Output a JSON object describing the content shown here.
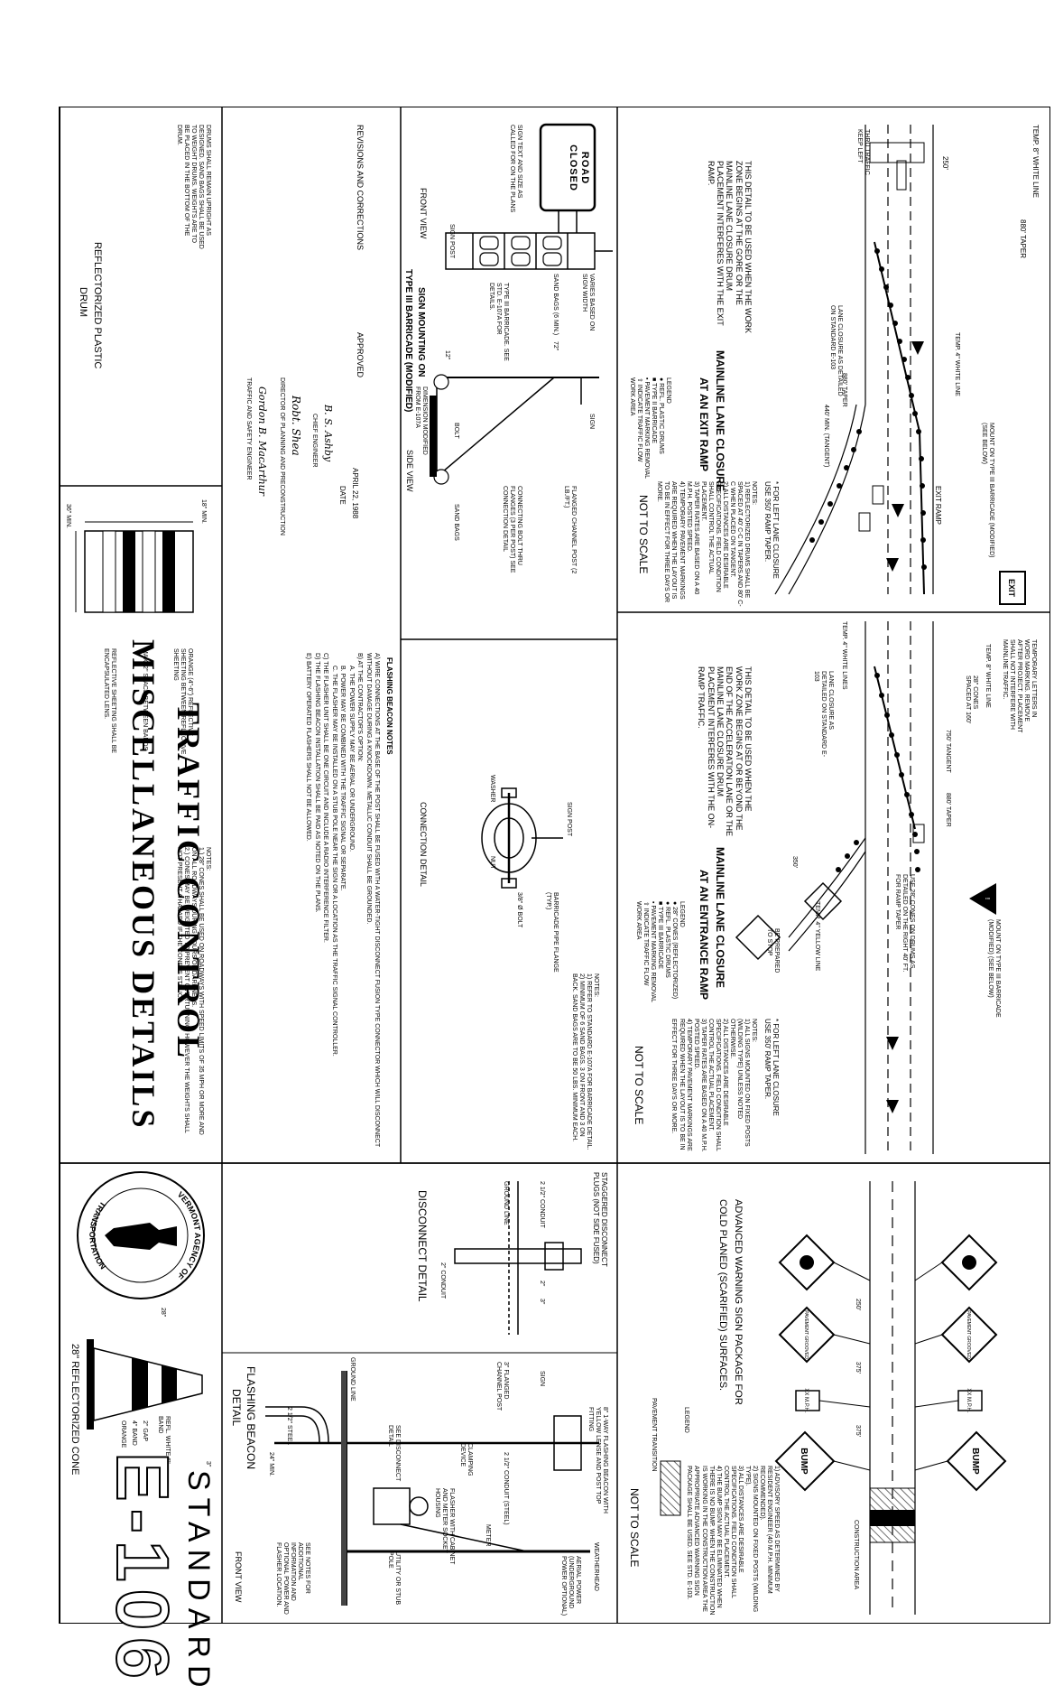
{
  "title_block": {
    "line1": "TRAFFIC CONTROL",
    "line2": "MISCELLANEOUS DETAILS",
    "standard": "STANDARD",
    "number": "E-106",
    "revisions": "REVISIONS AND CORRECTIONS",
    "approved": "APPROVED",
    "date_label": "DATE",
    "date": "APRIL 22, 1988",
    "signer1_title": "CHIEF ENGINEER",
    "signer2_title": "DIRECTOR OF PLANNING AND PRECONSTRUCTION",
    "signer3_title": "TRAFFIC AND SAFETY ENGINEER",
    "seal_top": "VERMONT AGENCY OF",
    "seal_bottom": "TRANSPORTATION"
  },
  "exit_ramp": {
    "title1": "MAINLINE LANE CLOSURE",
    "title2": "AT AN EXIT RAMP",
    "note": "THIS DETAIL TO BE USED WHEN THE WORK ZONE BEGINS AT THE GORE OR THE MAINLINE LANE CLOSURE DRUM PLACEMENT INTERFERES WITH THE EXIT RAMP.",
    "footnote1": "* FOR LEFT LANE CLOSURE",
    "footnote2": "USE 350' RAMP TAPER.",
    "labels": {
      "temp_white": "TEMP. 8\" WHITE LINE",
      "taper_880": "880' TAPER",
      "d250": "250'",
      "exit_ramp": "EXIT RAMP",
      "mount": "MOUNT ON TYPE III BARRICADE (MODIFIED) (SEE BELOW)",
      "temp_4": "TEMP. 4\" WHITE LINE",
      "closure": "LANE CLOSURE AS DETAILED ON STANDARD E-103",
      "d440": "440' MIN. (TANGENT)",
      "taper_880b": "880' TAPER",
      "thru": "THRU TRAFFIC KEEP LEFT",
      "sign_exit": "EXIT"
    },
    "notes": [
      "NOTES:",
      "1) REFLECTORIZED DRUMS SHALL BE SPACED AT 40' C-C IN TAPERS AND 80' C-C WHEN PLACED ON TANGENT.",
      "2) ALL DISTANCES ARE DESIRABLE SPECIFICATIONS. FIELD CONDITION SHALL CONTROL THE ACTUAL PLACEMENT.",
      "3) TAPER RATES ARE BASED ON A 40 M.P.H. POSTED SPEED.",
      "4) TEMPORARY PAVEMENT MARKINGS ARE REQUIRED WHEN THE LAYOUT IS TO BE IN EFFECT FOR THREE DAYS OR MORE."
    ],
    "not_to_scale": "NOT TO SCALE",
    "legend": [
      "LEGEND",
      "● REFL. PLASTIC DRUMS",
      "■ TYPE II BARRICADE",
      "▪ PAVEMENT MARKING REMOVAL",
      "⇧ INDICATE TRAFFIC FLOW",
      "WORK AREA"
    ]
  },
  "entrance_ramp": {
    "title1": "MAINLINE LANE CLOSURE",
    "title2": "AT AN ENTRANCE RAMP",
    "note": "THIS DETAIL TO BE USED WHEN THE WORK ZONE BEGINS AT OR BEYOND THE END OF THE ACCELERATION LANE OR THE MAINLINE LANE CLOSURE DRUM PLACEMENT INTERFERES WITH THE ON-RAMP TRAFFIC.",
    "footnote1": "* FOR LEFT LANE CLOSURE",
    "footnote2": "USE 350' RAMP TAPER.",
    "labels": {
      "temp_letters": "TEMPORARY LETTERS IN WORD MARKING. REMOVE AFTER PROJECT. PLACEMENT SHALL NOT INTERFERE WITH MAINLINE TRAFFIC.",
      "cones": "28\" CONES SPACED AT 160'",
      "temp_white": "TEMP. 8\" WHITE LINE",
      "taper_750": "750' TANGENT",
      "closure": "LANE CLOSURE AS DETAILED ON STANDARD E-103",
      "temp_4": "TEMP. 4\" WHITE LINES",
      "mount": "MOUNT ON TYPE III BARRICADE (MODIFIED) (SEE BELOW)",
      "use_cones": "USE 28\" CONES ON DRUMS AS DETAILED ON THE RIGHT 40' FT. FOR RAMP TAPER",
      "temp_yellow": "TEMP. 4\" YELLOW LINE",
      "be_prep": "BE PREPARED TO STOP",
      "d350": "350'",
      "d880": "880' TAPER"
    },
    "notes": [
      "NOTES:",
      "1) ALL SIGNS MOUNTED ON FIXED POSTS (WILDING TYPE) UNLESS NOTED OTHERWISE.",
      "2) ALL DISTANCES ARE DESIRABLE SPECIFICATIONS. FIELD CONDITION SHALL CONTROL THE ACTUAL PLACEMENT.",
      "3) TAPER RATES ARE BASED ON A 40 M.P.H. POSTED SPEED.",
      "4) TEMPORARY PAVEMENT MARKINGS ARE REQUIRED WHEN THE LAYOUT IS TO BE IN EFFECT FOR THREE DAYS OR MORE."
    ],
    "not_to_scale": "NOT TO SCALE",
    "legend": [
      "LEGEND",
      "● 28\" CONES (REFLECTORIZED)",
      "● REFL. PLASTIC DRUMS",
      "■ TYPE III BARRICADE",
      "▪ PAVEMENT MARKING REMOVAL",
      "⇧ INDICATE TRAFFIC FLOW",
      "WORK AREA"
    ]
  },
  "advanced_warning": {
    "title1": "ADVANCED WARNING SIGN PACKAGE FOR",
    "title2": "COLD PLANED (SCARIFIED) SURFACES.",
    "construction_area": "CONSTRUCTION AREA",
    "bump": "BUMP",
    "pavement_grooved": "PAVEMENT GROOVED",
    "xx_mph": "XX M.P.H.",
    "d250": "250'",
    "d375": "375'",
    "notes": [
      "1) ADVISORY SPEED AS DETERMINED BY RESIDENT ENGINEER (40 M.P.H. MINIMUM RECOMMENDED).",
      "2) SIGNS MOUNTED ON FIXED POSTS (WILDING TYPE).",
      "3) ALL DISTANCES ARE DESIRABLE SPECIFICATIONS. FIELD CONDITION SHALL CONTROL THE ACTUAL PLACEMENT.",
      "4) THE BUMP SIGN MAY BE ELIMINATED WHEN THERE IS NO BUMP. WHEN THE CONSTRUCTION IS WORKING IN THE CONSTRUCTION AREA THE APPROPRIATE ADVANCED WARNING SIGN PACKAGE SHALL BE USED. SEE STD. E-103."
    ],
    "not_to_scale": "NOT TO SCALE",
    "legend_title": "LEGEND",
    "legend_item": "PAVEMENT TRANSITION"
  },
  "sign_mounting": {
    "title1": "SIGN MOUNTING ON",
    "title2": "TYPE III BARRICADE (MODIFIED)",
    "front_view": "FRONT VIEW",
    "side_view": "SIDE VIEW",
    "sign_text": "ROAD CLOSED",
    "labels": {
      "sign_text_note": "SIGN TEXT AND SIZE AS CALLED FOR ON THE PLANS",
      "sign_post": "SIGN POST",
      "type3": "TYPE III BARRICADE. SEE STD. E-107A FOR DETAILS.",
      "varies": "VARIES BASED ON SIGN WIDTH",
      "sand_bags": "SAND BAGS (6 MIN.)",
      "sign": "SIGN",
      "flanged": "FLANGED CHANNEL POST (2 LB./FT.)",
      "d72": "72\"",
      "d12": "12\"",
      "bolt": "BOLT",
      "connecting": "CONNECTING BOLT THRU FLANGES (3 PER POST) SEE CONNECTION DETAIL",
      "dimension": "DIMENSION MODIFIED FROM E-107A",
      "sand_bags2": "SAND BAGS"
    }
  },
  "connection": {
    "title": "CONNECTION DETAIL",
    "sign_post": "SIGN POST",
    "washer": "WASHER",
    "nut": "NUT",
    "bolt": "3/8\" Ø BOLT",
    "barricade": "BARRICADE PIPE FLANGE (TYP.)",
    "notes": [
      "NOTES:",
      "1) REFER TO STANDARD E-107A FOR BARRICADE DETAIL.",
      "2) MINIMUM OF 6 SAND BAGS. 3 ON FRONT AND 3 ON BACK. SAND BAGS ARE TO BE 50 LBS. MINIMUM EACH."
    ]
  },
  "flashing_notes": {
    "title": "FLASHING BEACON NOTES",
    "items": [
      "A) WIRE CONNECTIONS AT THE BASE OF THE POST SHALL BE FUSED WITH A WATER-TIGHT DISCONNECT FUSION TYPE CONNECTOR WHICH WILL DISCONNECT WITHOUT DAMAGE DURING A KNOCKDOWN. METALLIC CONDUIT SHALL BE GROUNDED.",
      "B) AT THE CONTRACTOR'S OPTION:",
      "A. THE POWER SUPPLY MAY BE AERIAL OR UNDERGROUND.",
      "B. POWER MAY BE COMBINED WITH THE TRAFFIC SIGNAL OR SEPARATE.",
      "C. THE FLASHER MAY BE INSTALLED ON A STUB POLE NEAR THE SIGN OR A LOCATION AS THE TRAFFIC SIGNAL CONTROLLER.",
      "C) THE FLASHER UNIT SHALL BE ONE CIRCUIT AND INCLUDE A RADIO INTERFERENCE FILTER.",
      "D) THE FLASHING BEACON INSTALLATION SHALL BE PAID AS NOTED ON THE PLANS.",
      "E) BATTERY OPERATED FLASHERS SHALL NOT BE ALLOWED."
    ]
  },
  "disconnect": {
    "title": "DISCONNECT DETAIL",
    "staggered": "STAGGERED DISCONNECT PLUGS (NOT SIDE FUSED)",
    "conduit": "2 1/2\" CONDUIT",
    "ground": "GROUND LINE",
    "d2": "2\"",
    "d3": "3\"",
    "conduit2": "2\" CONDUIT"
  },
  "flashing_beacon": {
    "title1": "FLASHING BEACON",
    "title2": "DETAIL",
    "front_view": "FRONT VIEW",
    "labels": {
      "weatherhead": "WEATHERHEAD",
      "aerial": "AERIAL POWER (UNDERGROUND POWER OPTIONAL)",
      "beacon": "8\" 1-WAY FLASHING BEACON WITH YELLOW LENSE AND POST TOP FITTING",
      "sign": "SIGN",
      "channel": "3\" FLANGED CHANNEL POST",
      "clamping": "CLAMPING DEVICE",
      "conduit": "2 1/2\" CONDUIT (STEEL)",
      "meter": "METER",
      "flasher": "FLASHER WITH CABINET AND METER SOCKET HOUSING",
      "ground": "GROUND LINE",
      "disconnect": "SEE DISCONNECT DETAIL",
      "steel": "2 1/2\" STEEL",
      "d24": "24\" MIN.",
      "utility": "UTILITY OR STUB POLE",
      "see_notes": "SEE NOTES FOR ADDITIONAL INFORMATION AND OPTIONAL POWER AND FLASHER LOCATION."
    }
  },
  "cone": {
    "title": "28\" REFLECTORIZED CONE",
    "d3": "3\"",
    "d28": "28\"",
    "refl": "REFL. WHITE 6\" BAND",
    "gap": "2\" GAP",
    "band4": "4\" BAND",
    "orange": "ORANGE",
    "notes": [
      "NOTES:",
      "1.) 28\" CONES SHALL BE USED ON ROADWAYS WITH SPEED LIMITS OF 35 MPH OR MORE AND ON ALL ROADWAYS DURING HOURS OF DARKNESS.",
      "2.) CONES MAY BE WEIGHTED TO PREVENT OVERTURNING, HOWEVER THE WEIGHTS SHALL NOT PRESENT A HAZARD IF THE CONE IS STRUCK."
    ]
  },
  "drum": {
    "title1": "REFLECTORIZED PLASTIC",
    "title2": "DRUM",
    "note": "DRUMS SHALL REMAIN UPRIGHT AS DESIGNED. SAND BAGS SHALL BE USED TO WEIGHT DRUMS. WEIGHTS ARE TO BE PLACED IN THE BOTTOM OF THE DRUM.",
    "d18": "18\" MIN.",
    "d36": "36\" MIN.",
    "orange": "ORANGE (4\"-6\") REFLECTIVE SHEETING BETWEEN REFLECTIVE SHEETING",
    "max": "MAX. 2\" SPACE BETWEEN BANDS",
    "encaps": "REFLECTIVE SHEETING SHALL BE ENCAPSULATED LENS."
  },
  "colors": {
    "ink": "#000000",
    "paper": "#ffffff",
    "hatch": "#444444"
  }
}
